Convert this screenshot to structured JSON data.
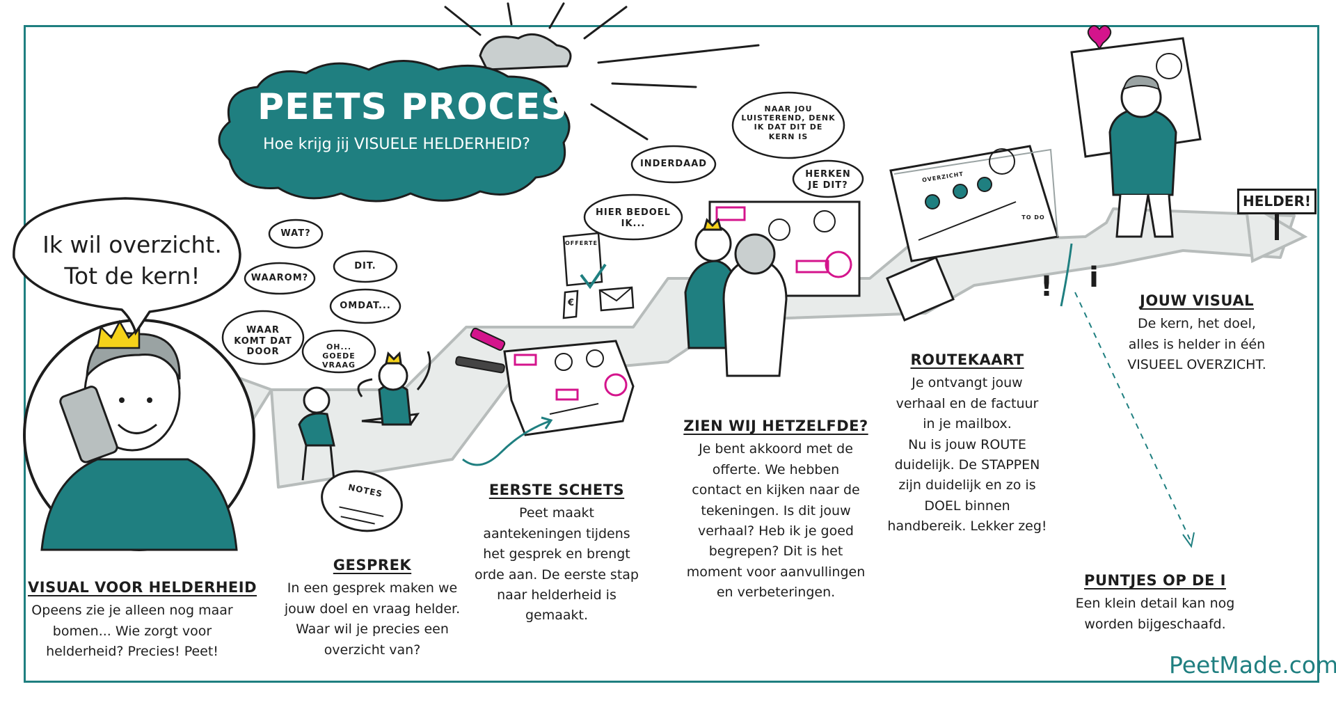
{
  "title": {
    "heading": "PEETS PROCES",
    "subtitle": "Hoe krijg jij VISUELE HELDERHEID?"
  },
  "speech": {
    "main": [
      "Ik wil overzicht.",
      "Tot de kern!"
    ],
    "conversation": [
      "WAT?",
      "WAAROM?",
      "WAAR KOMT DAT DOOR",
      "DIT.",
      "OMDAT...",
      "OH... GOEDE VRAAG"
    ],
    "review": [
      "INDERDAAD",
      "HIER BEDOEL IK...",
      "NAAR JOU LUISTEREND, DENK IK DAT DIT DE KERN IS",
      "HERKEN JE DIT?"
    ]
  },
  "labels": {
    "notes": "NOTES",
    "offerte": "OFFERTE",
    "overzicht": "OVERZICHT",
    "to_do": "TO DO",
    "helder_sign": "HELDER!",
    "exclaim": "!",
    "i_mark": "i",
    "euro": "€"
  },
  "steps": [
    {
      "heading": "VISUAL VOOR HELDERHEID",
      "lines": [
        "Opeens zie je alleen nog maar",
        "bomen... Wie zorgt voor",
        "helderheid? Precies! Peet!"
      ]
    },
    {
      "heading": "GESPREK",
      "lines": [
        "In een gesprek maken we",
        "jouw doel en vraag helder.",
        "Waar wil je precies een",
        "overzicht van?"
      ]
    },
    {
      "heading": "EERSTE SCHETS",
      "lines": [
        "Peet maakt",
        "aantekeningen tijdens",
        "het gesprek en brengt",
        "orde aan. De eerste stap",
        "naar helderheid is",
        "gemaakt."
      ]
    },
    {
      "heading": "ZIEN WIJ HETZELFDE?",
      "lines": [
        "Je bent akkoord met de",
        "offerte. We hebben",
        "contact en kijken naar de",
        "tekeningen. Is dit jouw",
        "verhaal? Heb ik je goed",
        "begrepen? Dit is het",
        "moment voor aanvullingen",
        "en verbeteringen."
      ]
    },
    {
      "heading": "ROUTEKAART",
      "lines": [
        "Je ontvangt jouw",
        "verhaal en de factuur",
        "in je mailbox.",
        "Nu is jouw ROUTE",
        "duidelijk. De STAPPEN",
        "zijn duidelijk en zo is",
        "DOEL binnen",
        "handbereik. Lekker zeg!"
      ]
    },
    {
      "heading": "JOUW VISUAL",
      "lines": [
        "De kern, het doel,",
        "alles is helder in één",
        "VISUEEL OVERZICHT."
      ]
    },
    {
      "heading": "PUNTJES OP DE I",
      "lines": [
        "Een klein detail kan nog",
        "worden bijgeschaafd."
      ]
    }
  ],
  "brand": "PeetMade.com",
  "colors": {
    "teal": "#1f7f80",
    "ink": "#1d1d1d",
    "magenta": "#d4148c",
    "yellow": "#f5d21a",
    "road": "#e8ebea"
  }
}
